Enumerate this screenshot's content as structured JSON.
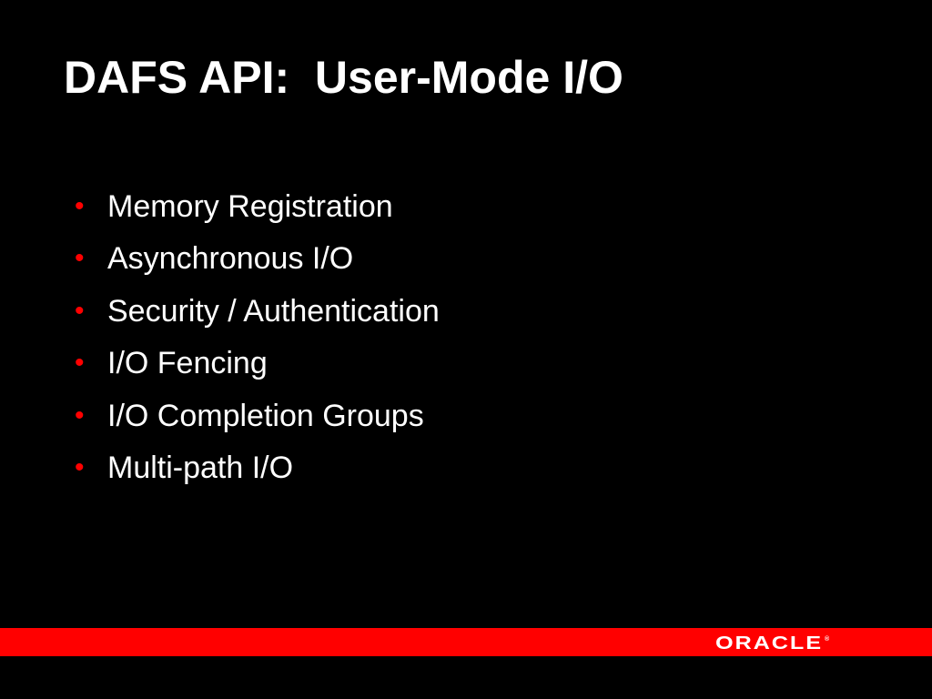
{
  "slide": {
    "title": "DAFS API:  User-Mode I/O",
    "bullets": [
      "Memory Registration",
      "Asynchronous I/O",
      "Security / Authentication",
      "I/O Fencing",
      "I/O Completion Groups",
      "Multi-path I/O"
    ]
  },
  "footer": {
    "logo_text": "ORACLE",
    "trademark": "®"
  },
  "colors": {
    "background": "#000000",
    "accent": "#ff0000",
    "text": "#ffffff"
  }
}
